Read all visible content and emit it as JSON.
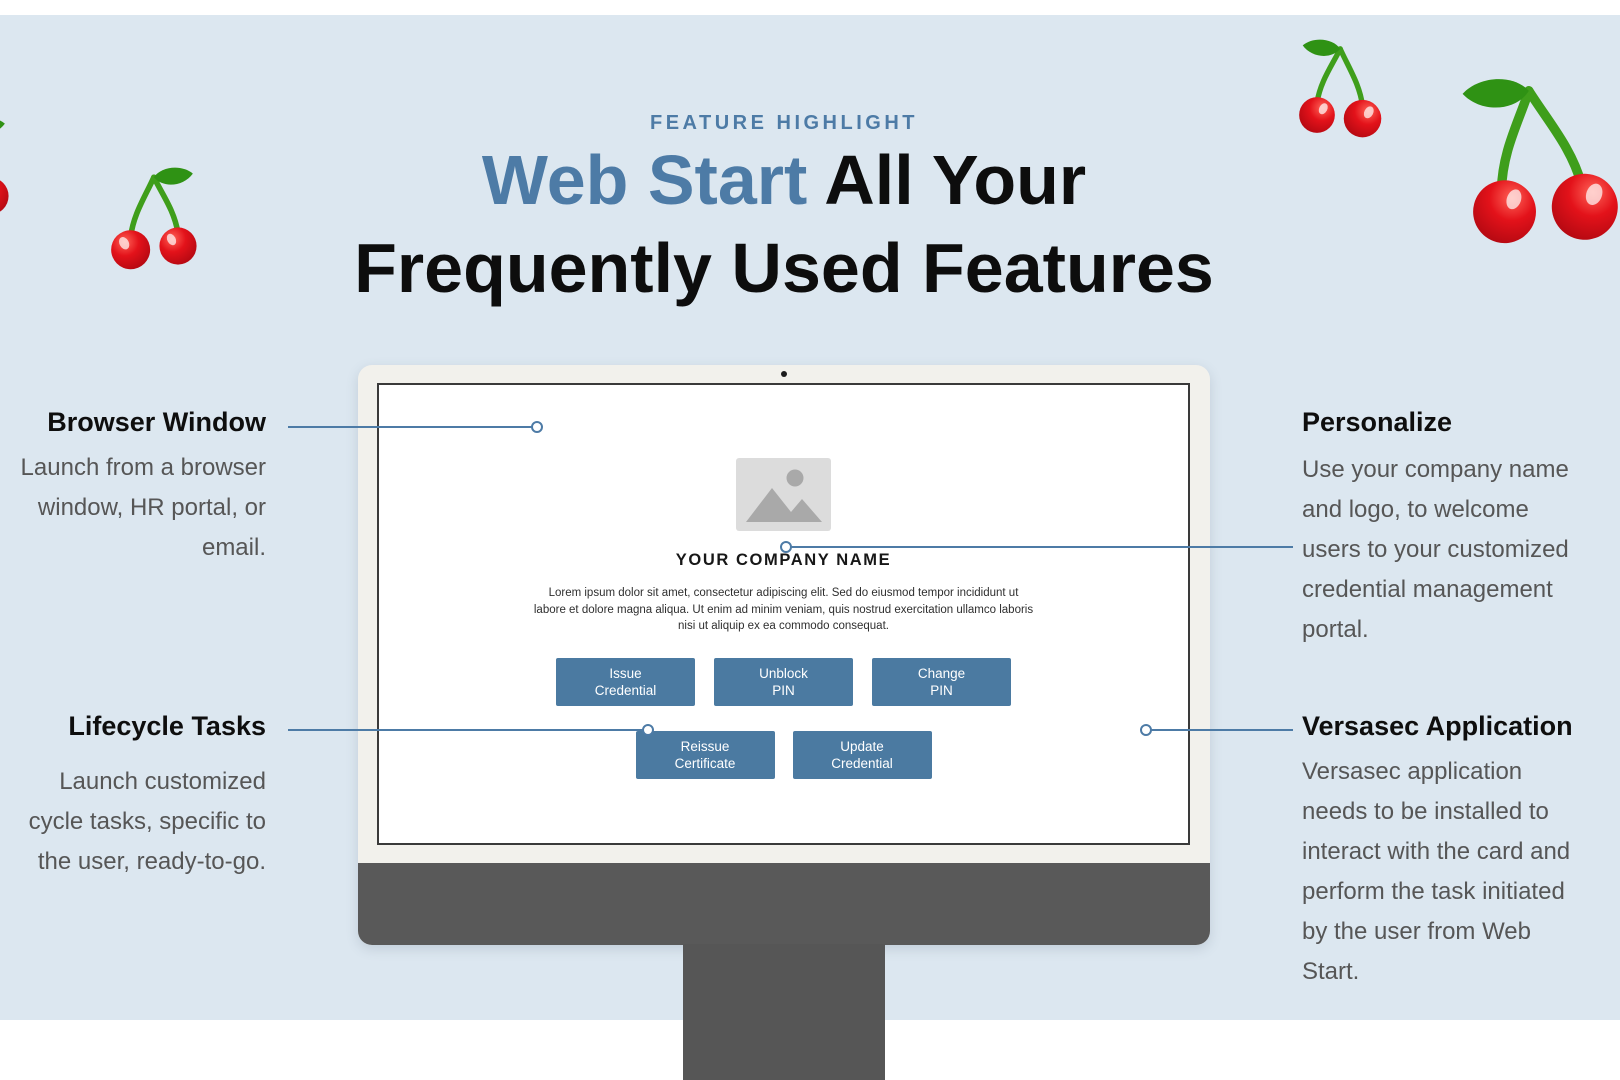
{
  "header": {
    "eyebrow": "FEATURE HIGHLIGHT",
    "title_accent": "Web Start",
    "title_line1_rest": " All Your",
    "title_line2": "Frequently Used Features"
  },
  "colors": {
    "background": "#dce7f0",
    "accent_blue": "#4d7ba6",
    "button_blue": "#4b7aa1",
    "monitor_bezel": "#f2f1ec",
    "monitor_chin_gray": "#595959",
    "body_text_gray": "#565656",
    "cherry_red": "#e3121a",
    "cherry_green": "#3f9e1b"
  },
  "screen": {
    "company_name": "YOUR COMPANY NAME",
    "lorem_lines": [
      "Lorem ipsum dolor sit amet, consectetur adipiscing elit. Sed do eiusmod tempor incididunt ut",
      "labore et dolore magna aliqua. Ut enim ad minim veniam, quis nostrud exercitation ullamco laboris",
      "nisi ut aliquip ex ea commodo consequat."
    ],
    "buttons": [
      {
        "line1": "Issue",
        "line2": "Credential"
      },
      {
        "line1": "Unblock",
        "line2": "PIN"
      },
      {
        "line1": "Change",
        "line2": "PIN"
      },
      {
        "line1": "Reissue",
        "line2": "Certificate"
      },
      {
        "line1": "Update",
        "line2": "Credential"
      }
    ]
  },
  "callouts": {
    "browser_window": {
      "title": "Browser Window",
      "lines": [
        "Launch from a browser",
        "window, HR portal, or",
        "email."
      ]
    },
    "lifecycle_tasks": {
      "title": "Lifecycle Tasks",
      "lines": [
        "Launch customized",
        "cycle tasks, specific to",
        "the user, ready-to-go."
      ]
    },
    "personalize": {
      "title": "Personalize",
      "lines": [
        "Use your company name",
        "and logo, to welcome",
        "users to your customized",
        "credential management",
        "portal."
      ]
    },
    "versasec_application": {
      "title": "Versasec Application",
      "lines": [
        "Versasec application",
        "needs to be installed to",
        "interact with the card and",
        "perform the task initiated",
        "by the user from Web",
        "Start."
      ]
    }
  },
  "icons": {
    "cherry-icon": "decorative cherry illustration",
    "image-placeholder-icon": "gray photo placeholder with mountains and sun",
    "camera-dot-icon": "webcam dot on monitor bezel",
    "connector-dot": "callout anchor ring"
  }
}
